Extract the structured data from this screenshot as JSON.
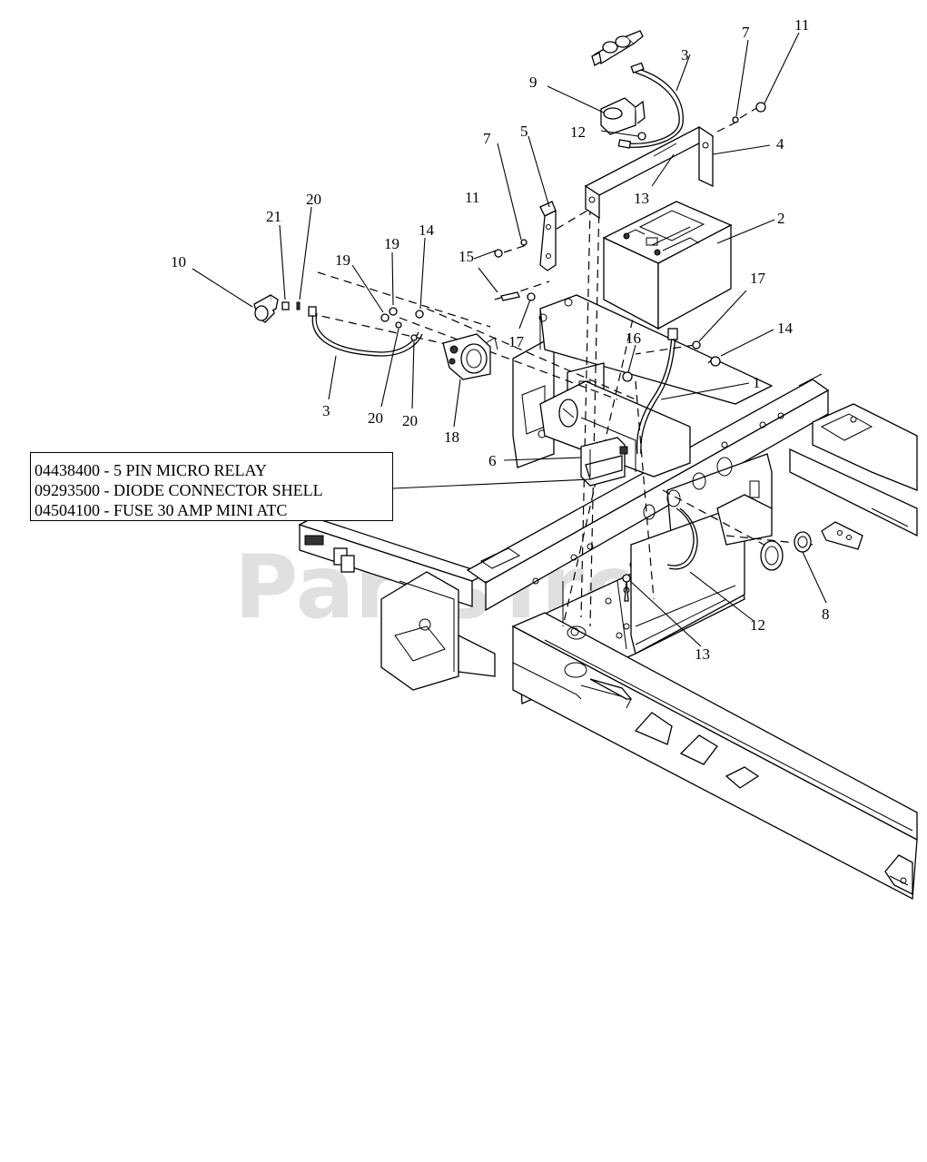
{
  "watermark": "PartsTree",
  "parts_note": [
    "04438400 - 5 PIN MICRO RELAY",
    "09293500 - DIODE CONNECTOR SHELL",
    "04504100 - FUSE 30 AMP MINI ATC"
  ],
  "callouts": {
    "c1": "1",
    "c2": "2",
    "c3a": "3",
    "c3b": "3",
    "c4": "4",
    "c5": "5",
    "c6": "6",
    "c7a": "7",
    "c7b": "7",
    "c8": "8",
    "c9": "9",
    "c10": "10",
    "c11a": "11",
    "c11b": "11",
    "c12a": "12",
    "c12b": "12",
    "c13a": "13",
    "c13b": "13",
    "c14a": "14",
    "c14b": "14",
    "c15": "15",
    "c16": "16",
    "c17a": "17",
    "c17b": "17",
    "c18": "18",
    "c19a": "19",
    "c19b": "19",
    "c20a": "20",
    "c20b": "20",
    "c20c": "20",
    "c21": "21"
  }
}
